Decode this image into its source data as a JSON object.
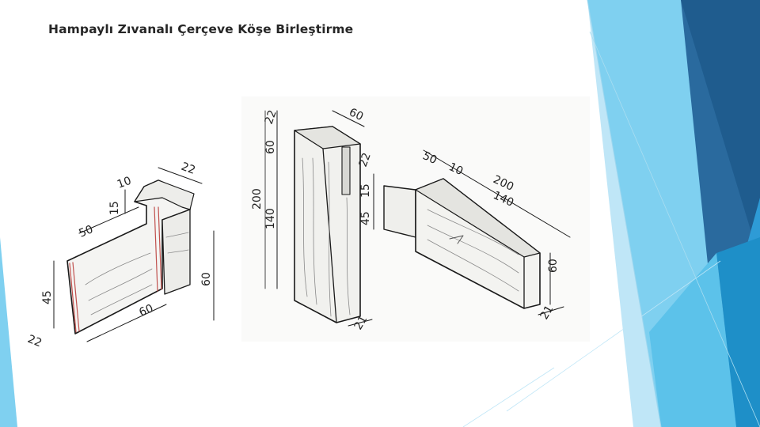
{
  "slide": {
    "title": "Hampaylı Zıvanalı Çerçeve Köşe Birleştirme"
  },
  "drawing": {
    "left_view_dimensions": {
      "top_thickness": "22",
      "top_notch": "10",
      "notch_depth": "15",
      "tongue_length": "50",
      "piece_height": "45",
      "piece_width": "60",
      "side_height": "60",
      "bottom_thickness": "22"
    },
    "right_view_dimensions": {
      "top_thickness": "22",
      "top_width": "60",
      "top_height": "60",
      "total_length": "200",
      "inner_length": "140",
      "notch_22": "22",
      "notch_15": "15",
      "notch_45": "45",
      "tenon_50": "50",
      "tenon_10": "10",
      "rail_200": "200",
      "rail_140": "140",
      "rail_height": "60",
      "rail_thickness": "21",
      "stile_thickness": "21"
    }
  },
  "colors": {
    "accent_dark": "#2A6A9E",
    "accent_mid": "#2E9BD6",
    "accent_light": "#7FD0F0",
    "accent_pale": "#BFE6F7",
    "title_text": "#262626"
  }
}
